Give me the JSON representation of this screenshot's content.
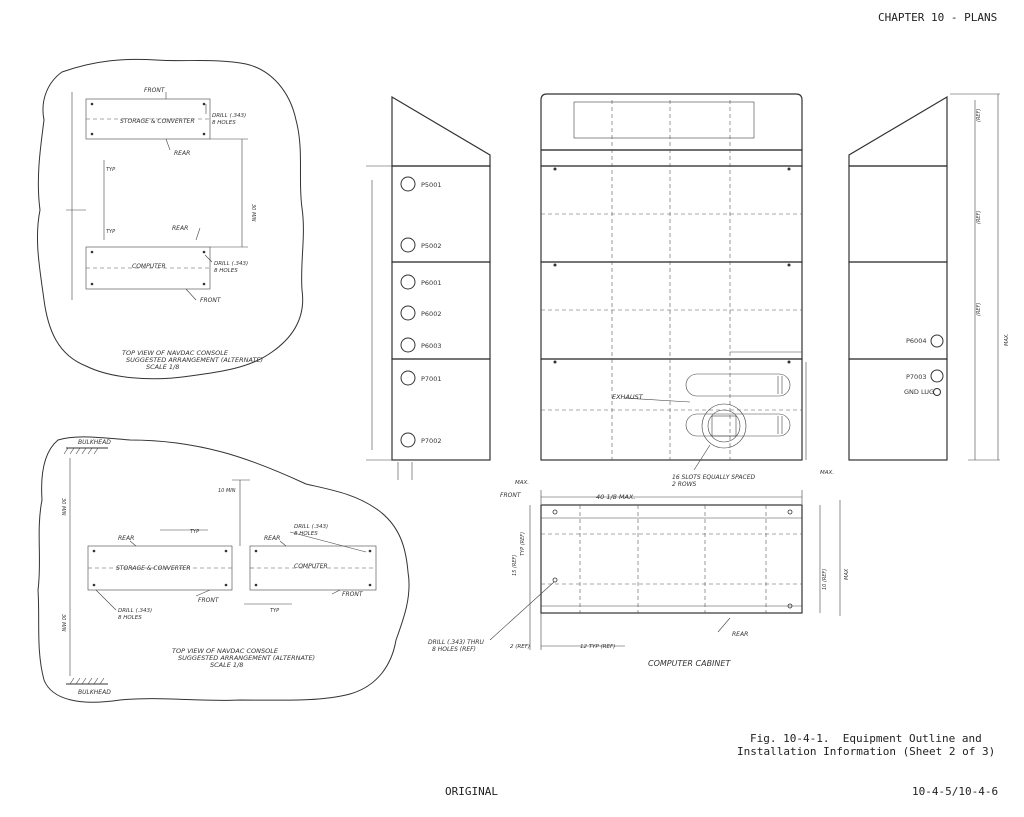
{
  "header": {
    "chapter": "CHAPTER 10 - PLANS"
  },
  "inset_top": {
    "front": "FRONT",
    "storage_converter": "STORAGE & CONVERTER",
    "drill_top": "DRILL (.343)",
    "holes_top": "8 HOLES",
    "rear1": "REAR",
    "rear2": "REAR",
    "computer": "COMPUTER",
    "drill_bottom": "DRILL (.343)",
    "holes_bottom": "8 HOLES",
    "front_bottom": "FRONT",
    "typ1": "TYP",
    "typ2": "TYP",
    "dim_min": "30 MIN",
    "caption1": "TOP VIEW OF NAVDAC CONSOLE",
    "caption2": "SUGGESTED ARRANGEMENT (ALTERNATE)",
    "caption3": "SCALE 1/8"
  },
  "inset_bottom": {
    "bulkhead_top": "BULKHEAD",
    "bulkhead_bottom": "BULKHEAD",
    "rear1": "REAR",
    "rear2": "REAR",
    "storage_converter": "STORAGE & CONVERTER",
    "computer": "COMPUTER",
    "front1": "FRONT",
    "front2": "FRONT",
    "drill_left": "DRILL (.343)",
    "holes_left": "8 HOLES",
    "drill_right": "DRILL (.343)",
    "holes_right": "8 HOLES",
    "min_top": "10 MIN",
    "min_left": "30 MIN",
    "min_left2": "30 MIN",
    "typ1": "TYP",
    "typ2": "TYP",
    "caption1": "TOP VIEW OF NAVDAC CONSOLE",
    "caption2": "SUGGESTED ARRANGEMENT (ALTERNATE)",
    "caption3": "SCALE 1/8"
  },
  "side_view": {
    "plugs": [
      "P5001",
      "P5002",
      "P6001",
      "P6002",
      "P6003",
      "P7001",
      "P7002"
    ]
  },
  "front_view": {
    "exhaust": "EXHAUST",
    "slots1": "16 SLOTS EQUALLY SPACED",
    "slots2": "2 ROWS",
    "width": "40 1/8 MAX.",
    "front": "FRONT",
    "max": "MAX.",
    "max2": "MAX."
  },
  "right_view": {
    "p6004": "P6004",
    "p7003": "P7003",
    "gnd": "GND LUG",
    "ref1": "(REF)",
    "ref2": "(REF)",
    "ref3": "(REF)",
    "max": "MAX."
  },
  "plan_view": {
    "drill": "DRILL (.343) THRU",
    "holes": "8 HOLES (REF)",
    "ref_left": "2 (REF)",
    "typ_ref": "12 TYP (REF)",
    "rear": "REAR",
    "title": "COMPUTER CABINET",
    "ref_v1": "15 (REF)",
    "ref_v2": "TYP (REF)",
    "ref_v3": "10 (REF)",
    "max_v": "MAX"
  },
  "caption": {
    "line1": "Fig. 10-4-1.  Equipment Outline and",
    "line2": "Installation Information (Sheet 2 of 3)"
  },
  "footer": {
    "center": "ORIGINAL",
    "right": "10-4-5/10-4-6"
  }
}
